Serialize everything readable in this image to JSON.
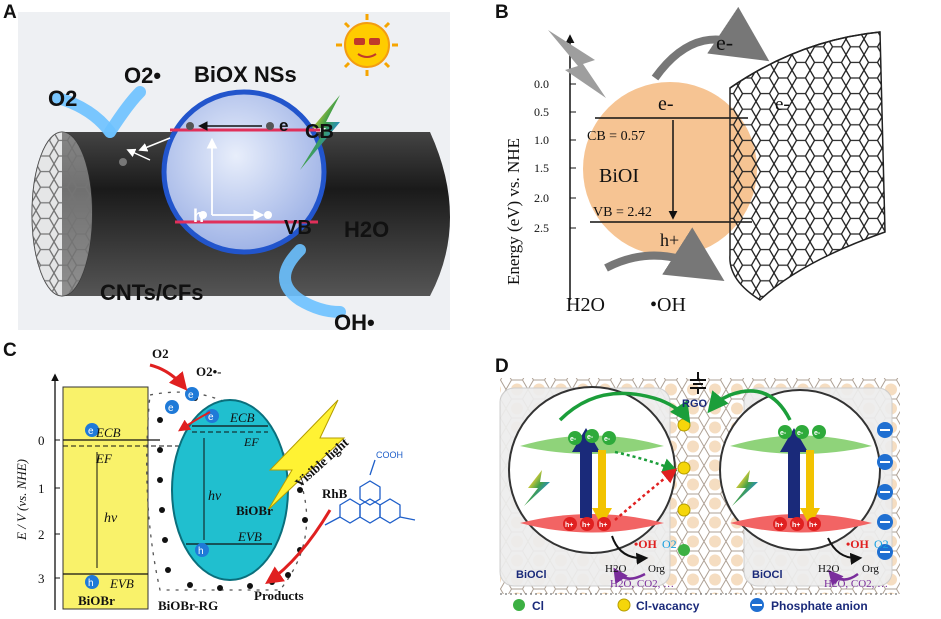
{
  "panels": {
    "A": {
      "letter": "A",
      "o2": "O2",
      "o2_radical": "O2•",
      "nanosheet": "BiOX NSs",
      "electron": "e",
      "hole": "h",
      "cb": "CB",
      "vb": "VB",
      "water": "H2O",
      "support": "CNTs/CFs",
      "hydroxyl": "OH•"
    },
    "B": {
      "letter": "B",
      "axis_label": "Energy (eV) vs. NHE",
      "ticks": [
        "0.0",
        "0.5",
        "1.0",
        "1.5",
        "2.0",
        "2.5"
      ],
      "electron_top": "e-",
      "electron_graphene": "e-",
      "electron_cb": "e-",
      "cb_value": "CB = 0.57",
      "material": "BiOI",
      "vb_value": "VB = 2.42",
      "hole": "h+",
      "water": "H2O",
      "hydroxyl": "•OH"
    },
    "C": {
      "letter": "C",
      "axis_label": "E / V (vs. NHE)",
      "ticks": [
        "0",
        "1",
        "2",
        "3"
      ],
      "o2": "O2",
      "o2_radical": "O2•-",
      "ecb_left": "ECB",
      "ef_left": "EF",
      "hv_left": "hν",
      "evb_left": "EVB",
      "material_left": "BiOBr",
      "electron": "e",
      "hole": "h",
      "ecb_right": "ECB",
      "ef_right": "EF",
      "hv_right": "hν",
      "material_right": "BiOBr",
      "evb_right": "EVB",
      "composite": "BiOBr-RG",
      "light": "Visible light",
      "dye": "RhB",
      "cooh": "COOH",
      "products": "Products"
    },
    "D": {
      "letter": "D",
      "rgo": "RGO",
      "electron": "e-",
      "hole": "h+",
      "material_left": "BiOCl",
      "material_right": "BiOCl",
      "oh_left": "•OH",
      "o2_left": "O2",
      "oh_right": "•OH",
      "o2_right": "O2",
      "water": "H2O",
      "org": "Org",
      "products": "H2O, CO2, …",
      "legend": [
        {
          "label": "Cl",
          "color": "#3cb043"
        },
        {
          "label": "Cl-vacancy",
          "color": "#f5d60a"
        },
        {
          "label": "Phosphate anion",
          "color": "#1f6fd1"
        }
      ]
    }
  }
}
